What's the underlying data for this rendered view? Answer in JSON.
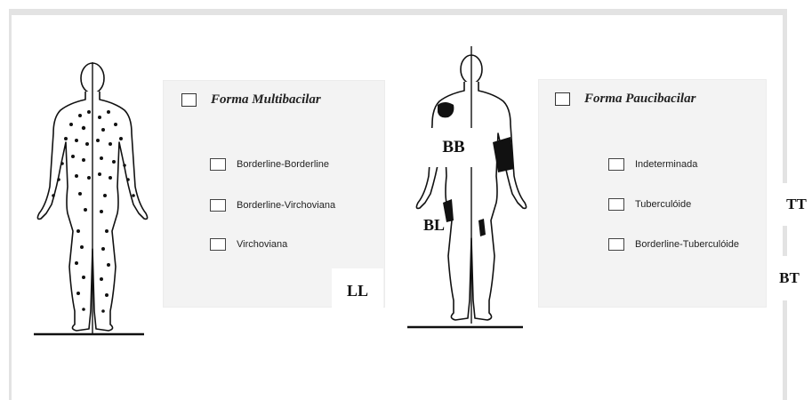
{
  "multibacilar": {
    "heading": "Forma Multibacilar",
    "options": [
      "Borderline-Borderline",
      "Borderline-Virchoviana",
      "Virchoviana"
    ],
    "tag": "LL"
  },
  "paucibacilar": {
    "heading": "Forma Paucibacilar",
    "options": [
      "Indeterminada",
      "Tuberculóide",
      "Borderline-Tuberculóide"
    ]
  },
  "labels": {
    "bb": "BB",
    "bl": "BL",
    "tt": "TT",
    "bt": "BT"
  },
  "colors": {
    "panel": "#f3f3f3",
    "frame": "#e3e3e3",
    "ink": "#111111"
  }
}
